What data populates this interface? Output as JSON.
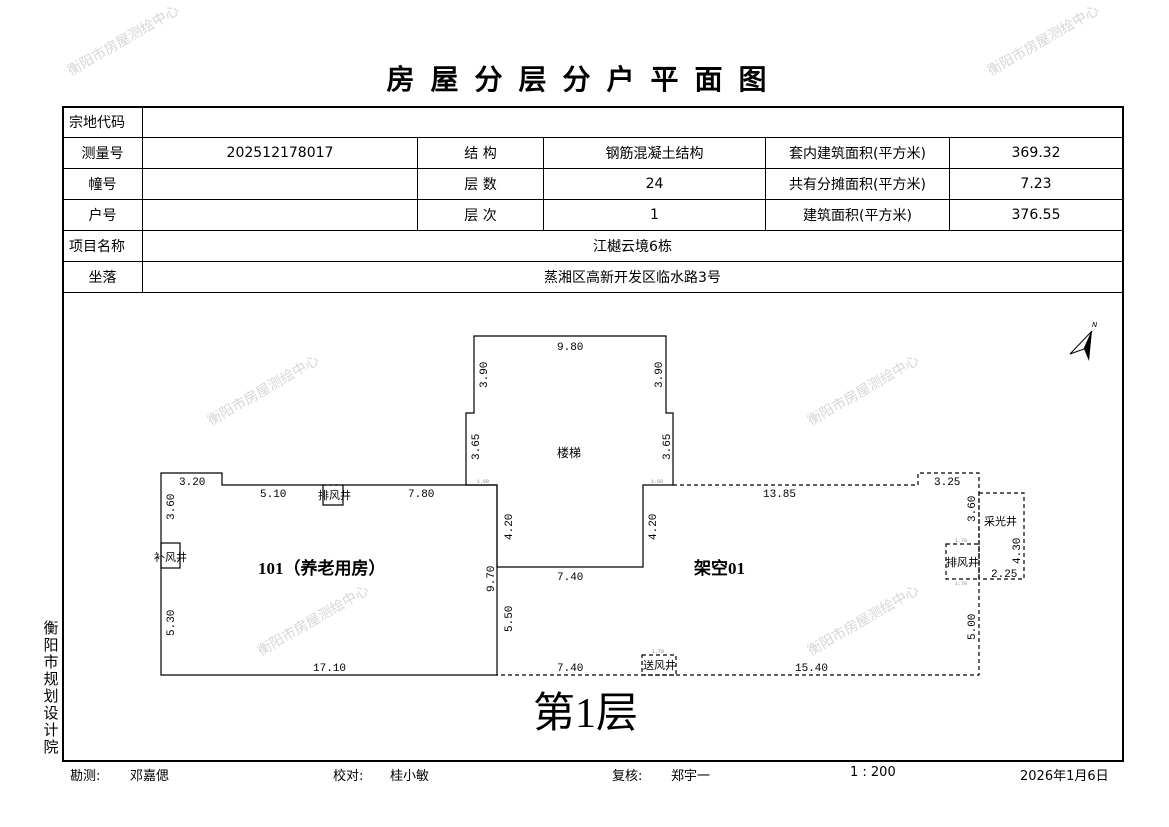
{
  "title": "房屋分层分户平面图",
  "watermark": "衡阳市房屋测绘中心",
  "table": {
    "parcel_code_label": "宗地代码",
    "parcel_code": "",
    "survey_no_label": "测量号",
    "survey_no": "202512178017",
    "structure_label": "结  构",
    "structure": "钢筋混凝土结构",
    "inner_area_label": "套内建筑面积(平方米)",
    "inner_area": "369.32",
    "building_no_label": "幢号",
    "building_no": "",
    "floors_label": "层  数",
    "floors": "24",
    "shared_area_label": "共有分摊面积(平方米)",
    "shared_area": "7.23",
    "unit_no_label": "户号",
    "unit_no": "",
    "floor_label": "层  次",
    "floor": "1",
    "building_area_label": "建筑面积(平方米)",
    "building_area": "376.55",
    "project_label": "项目名称",
    "project": "江樾云境6栋",
    "location_label": "坐落",
    "location": "蒸湘区高新开发区临水路3号"
  },
  "plan": {
    "room_101": "101（养老用房）",
    "stair": "楼梯",
    "open_area": "架空01",
    "exhaust_shaft": "排风井",
    "supply_shaft": "补风井",
    "air_shaft": "送风井",
    "light_well": "采光井",
    "floor_title": "第1层",
    "north": "N",
    "dims": {
      "d980": "9.80",
      "d390a": "3.90",
      "d390b": "3.90",
      "d365a": "3.65",
      "d365b": "3.65",
      "d320": "3.20",
      "d510": "5.10",
      "d780": "7.80",
      "d360a": "3.60",
      "d530": "5.30",
      "d1710": "17.10",
      "d420a": "4.20",
      "d970": "9.70",
      "d550": "5.50",
      "d420b": "4.20",
      "d740a": "7.40",
      "d740b": "7.40",
      "d1385": "13.85",
      "d325": "3.25",
      "d360b": "3.60",
      "d430": "4.30",
      "d225": "2.25",
      "d500": "5.00",
      "d1540": "15.40",
      "s160": "1.60",
      "s170": "1.70"
    }
  },
  "side_org": "衡阳市规划设计院",
  "footer": {
    "surveyor_label": "勘测:",
    "surveyor": "邓嘉偲",
    "checker_label": "校对:",
    "checker": "桂小敏",
    "reviewer_label": "复核:",
    "reviewer": "郑宇一",
    "scale": "1 : 200",
    "date": "2026年1月6日"
  }
}
